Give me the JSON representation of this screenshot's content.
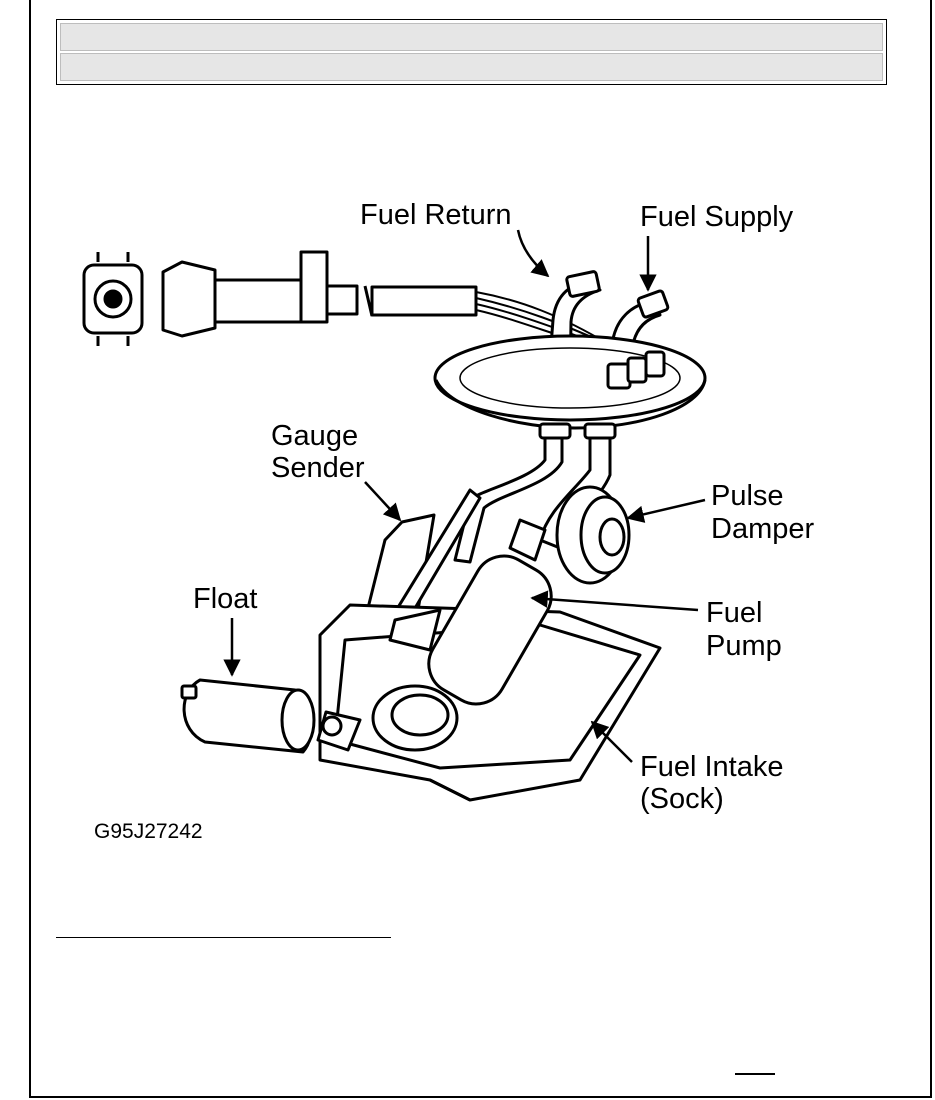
{
  "header": {
    "title_line_1": "",
    "title_line_2": ""
  },
  "diagram": {
    "labels": {
      "fuel_return": "Fuel Return",
      "fuel_supply": "Fuel Supply",
      "gauge_line1": "Gauge",
      "gauge_line2": "Sender",
      "pulse_line1": "Pulse",
      "pulse_line2": "Damper",
      "float": "Float",
      "pump_line1": "Fuel",
      "pump_line2": "Pump",
      "intake_line1": "Fuel Intake",
      "intake_line2": "(Sock)"
    },
    "figure_id": "G95J27242"
  }
}
